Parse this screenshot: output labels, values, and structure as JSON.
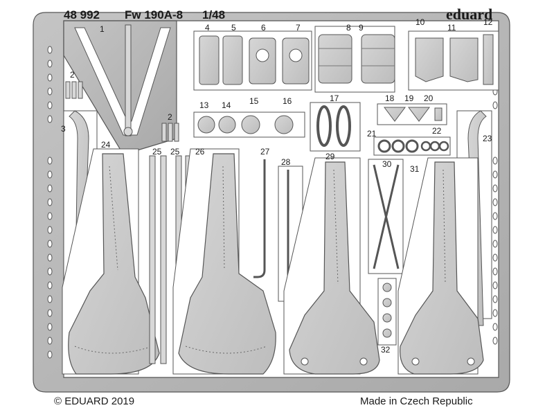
{
  "header": {
    "set_number": "48 992",
    "aircraft": "Fw 190A-8",
    "scale": "1/48",
    "brand": "eduard"
  },
  "footer": {
    "copyright": "© EDUARD 2019",
    "origin": "Made in Czech Republic"
  },
  "parts": [
    {
      "id": "1",
      "label": "1"
    },
    {
      "id": "2",
      "label": "2"
    },
    {
      "id": "2b",
      "label": "2"
    },
    {
      "id": "3",
      "label": "3"
    },
    {
      "id": "4",
      "label": "4"
    },
    {
      "id": "5",
      "label": "5"
    },
    {
      "id": "6",
      "label": "6"
    },
    {
      "id": "7",
      "label": "7"
    },
    {
      "id": "8",
      "label": "8"
    },
    {
      "id": "9",
      "label": "9"
    },
    {
      "id": "10",
      "label": "10"
    },
    {
      "id": "11",
      "label": "11"
    },
    {
      "id": "12",
      "label": "12"
    },
    {
      "id": "13",
      "label": "13"
    },
    {
      "id": "14",
      "label": "14"
    },
    {
      "id": "15",
      "label": "15"
    },
    {
      "id": "16",
      "label": "16"
    },
    {
      "id": "17",
      "label": "17"
    },
    {
      "id": "18",
      "label": "18"
    },
    {
      "id": "19",
      "label": "19"
    },
    {
      "id": "20",
      "label": "20"
    },
    {
      "id": "21",
      "label": "21"
    },
    {
      "id": "22",
      "label": "22"
    },
    {
      "id": "23",
      "label": "23"
    },
    {
      "id": "24",
      "label": "24"
    },
    {
      "id": "25",
      "label": "25"
    },
    {
      "id": "25b",
      "label": "25"
    },
    {
      "id": "26",
      "label": "26"
    },
    {
      "id": "27",
      "label": "27"
    },
    {
      "id": "28",
      "label": "28"
    },
    {
      "id": "29",
      "label": "29"
    },
    {
      "id": "30",
      "label": "30"
    },
    {
      "id": "31",
      "label": "31"
    },
    {
      "id": "32",
      "label": "32"
    }
  ]
}
